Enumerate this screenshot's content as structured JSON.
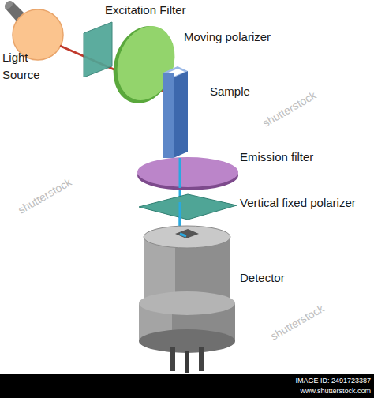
{
  "diagram": {
    "labels": [
      "Excitation Filter",
      "Light Source",
      "Moving polarizer",
      "Sample",
      "Emission filter",
      "Vertical fixed polarizer",
      "Detector",
      "shutterstock",
      "shutterstock",
      "shutterstock",
      "IMAGE ID: 2491723387",
      "www.shutterstock.com"
    ]
  }
}
